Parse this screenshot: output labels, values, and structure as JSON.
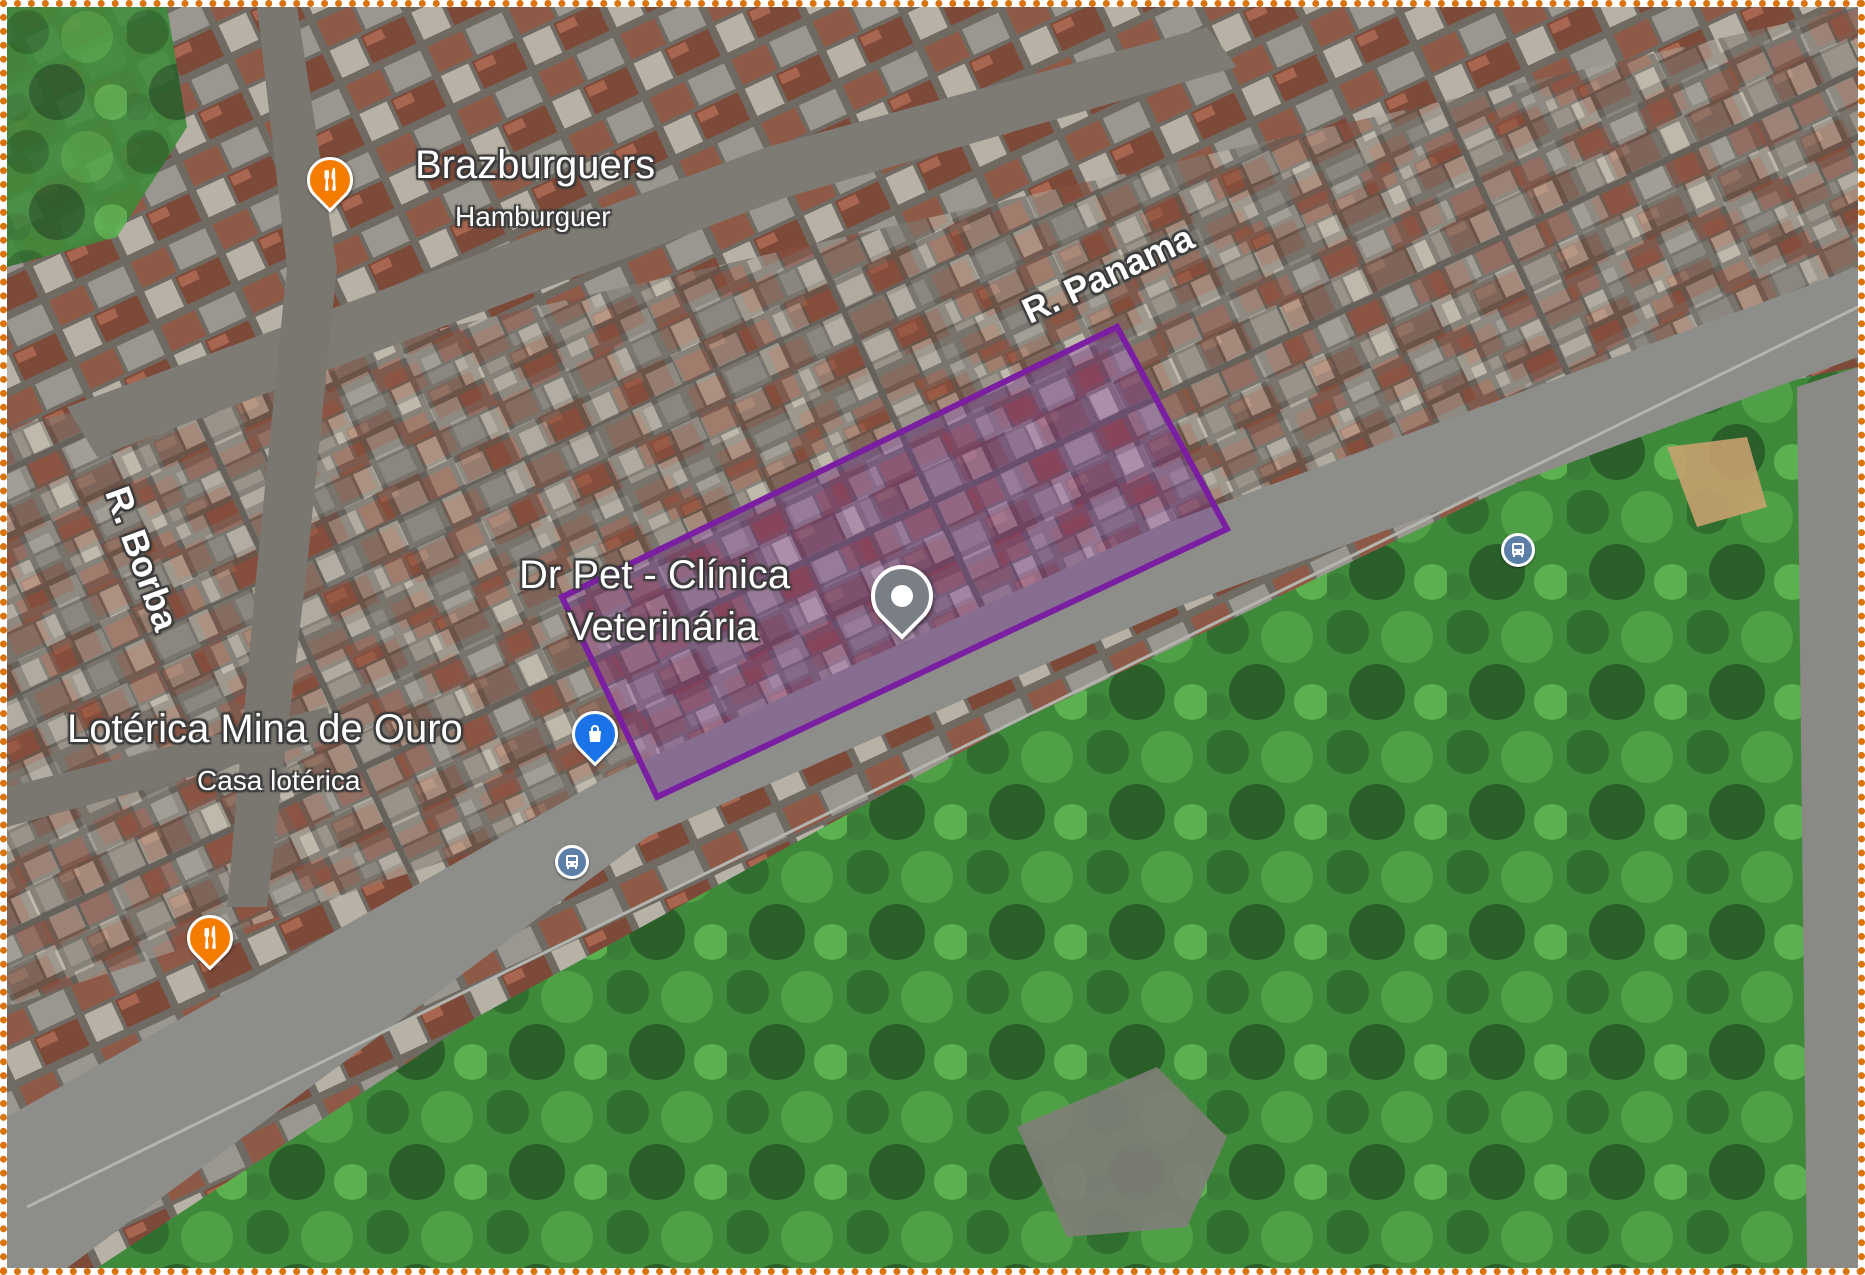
{
  "map": {
    "type": "satellite",
    "colors": {
      "frame_border": "#d9730d",
      "parcel_outline": "#7b1fa2",
      "restaurant_pin": "#f57c00",
      "shop_pin": "#1a73e8",
      "selected_pin": "#7a7f86",
      "bus_stop": "#5b7fa6"
    },
    "places": [
      {
        "name": "Brazburguers",
        "category": "Hamburguer",
        "icon": "restaurant-icon"
      },
      {
        "name": "Dr Pet - Clínica Veterinária",
        "name_line1": "Dr Pet - Clínica",
        "name_line2": "Veterinária",
        "icon": "selected-place-pin"
      },
      {
        "name": "Lotérica Mina de Ouro",
        "category": "Casa lotérica",
        "icon": "shopping-bag-icon"
      },
      {
        "name": "",
        "icon": "restaurant-icon"
      }
    ],
    "streets": [
      "R. Panama",
      "R. Borba"
    ],
    "bus_stops": 2
  }
}
